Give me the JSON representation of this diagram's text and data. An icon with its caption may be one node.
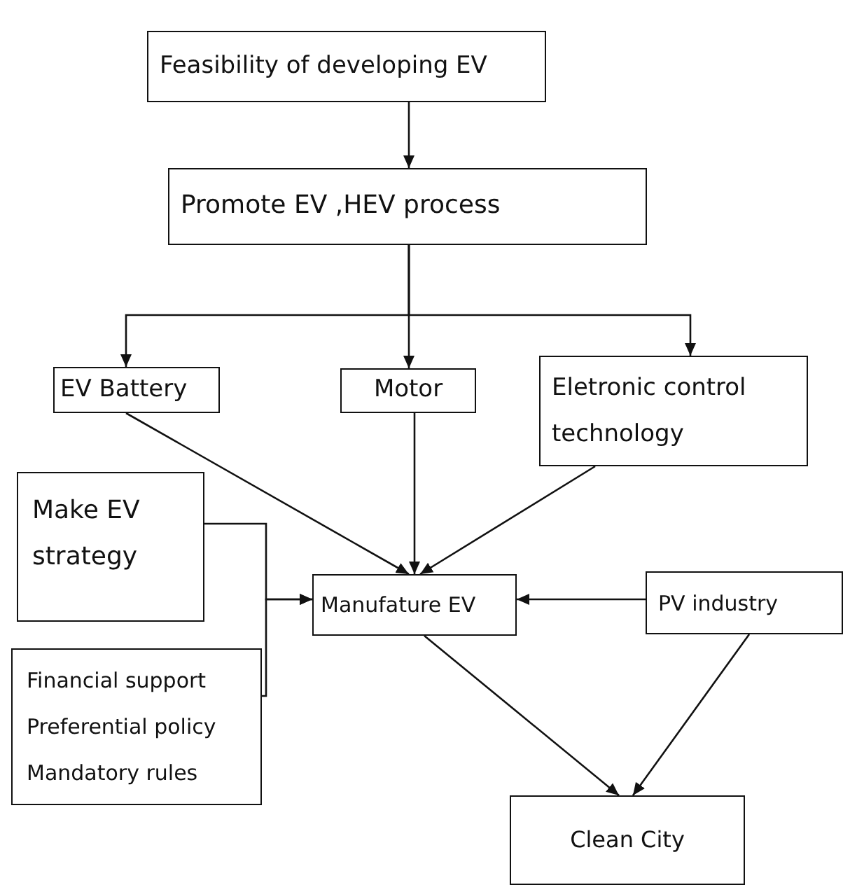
{
  "diagram": {
    "nodes": [
      {
        "text": [
          "Feasibility of developing EV"
        ]
      },
      {
        "text": [
          "Promote EV ,HEV process"
        ]
      },
      {
        "text": [
          "EV Battery"
        ]
      },
      {
        "text": [
          "Motor"
        ]
      },
      {
        "text": [
          "Eletronic control technology"
        ]
      },
      {
        "text": [
          "Make EV strategy"
        ]
      },
      {
        "text": [
          "Financial support",
          "Preferential policy",
          "Mandatory rules"
        ]
      },
      {
        "text": [
          "Manufature EV"
        ]
      },
      {
        "text": [
          "PV industry"
        ]
      },
      {
        "text": [
          "Clean City"
        ]
      }
    ],
    "edges": [
      {
        "from": 0,
        "to": 1,
        "arrow": "to"
      },
      {
        "from": 1,
        "to": 2,
        "arrow": "to"
      },
      {
        "from": 1,
        "to": 3,
        "arrow": "to"
      },
      {
        "from": 1,
        "to": 4,
        "arrow": "to"
      },
      {
        "from": 2,
        "to": 7,
        "arrow": "to"
      },
      {
        "from": 3,
        "to": 7,
        "arrow": "to"
      },
      {
        "from": 4,
        "to": 7,
        "arrow": "to"
      },
      {
        "from": 5,
        "to": 7,
        "arrow": "to"
      },
      {
        "from": 6,
        "to": 7,
        "arrow": "to"
      },
      {
        "from": 8,
        "to": 7,
        "arrow": "to"
      },
      {
        "from": 7,
        "to": 9,
        "arrow": "to"
      },
      {
        "from": 8,
        "to": 9,
        "arrow": "to"
      }
    ]
  }
}
